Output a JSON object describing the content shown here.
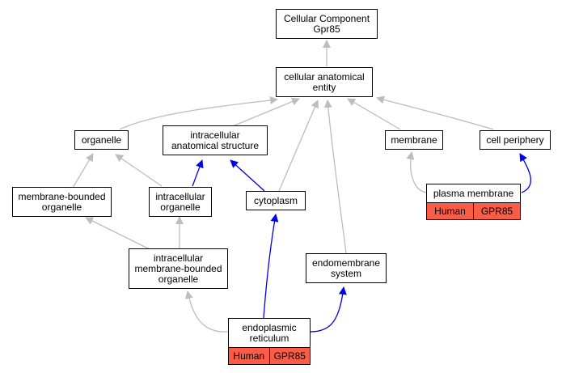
{
  "colors": {
    "gray_edge": "#bdbdbd",
    "blue_edge": "#0000ee",
    "annotation_fill": "#fa5c45"
  },
  "nodes": {
    "root": "Cellular Component\nGpr85",
    "cae": "cellular anatomical\nentity",
    "organelle": "organelle",
    "ias": "intracellular\nanatomical structure",
    "membrane": "membrane",
    "cell_periphery": "cell periphery",
    "mbo": "membrane-bounded\norganelle",
    "io": "intracellular\norganelle",
    "cytoplasm": "cytoplasm",
    "plasma_membrane": "plasma membrane",
    "imbo": "intracellular\nmembrane-bounded\norganelle",
    "endomembrane": "endomembrane\nsystem",
    "er": "endoplasmic\nreticulum"
  },
  "annotations": {
    "plasma_membrane": {
      "species": "Human",
      "gene": "GPR85"
    },
    "er": {
      "species": "Human",
      "gene": "GPR85"
    }
  }
}
